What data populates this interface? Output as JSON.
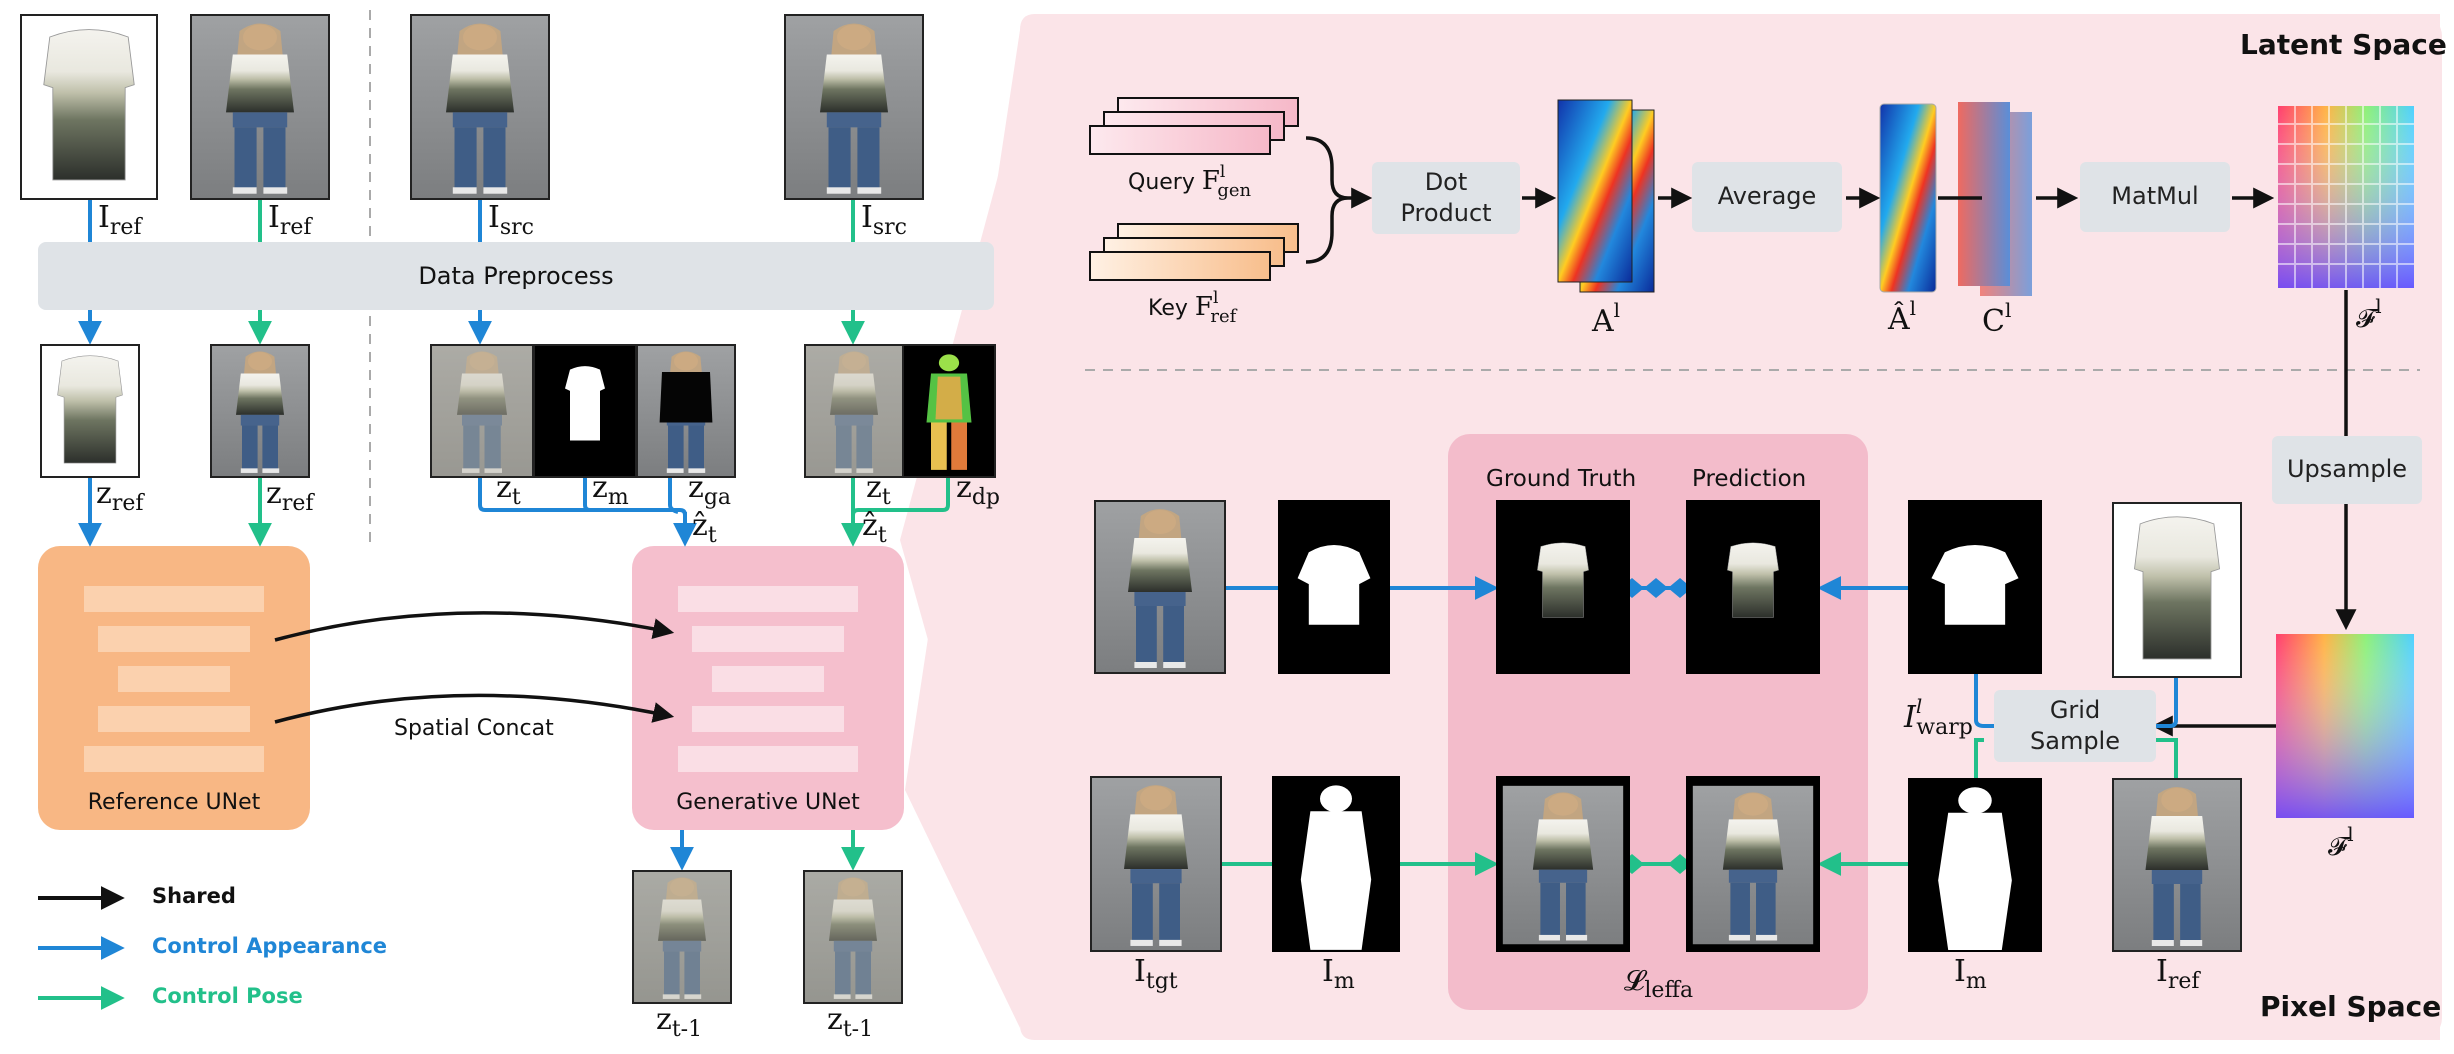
{
  "colors": {
    "appearance": "#1f86d6",
    "pose": "#22c08a",
    "shared": "#111111",
    "ref_unet": "#f8b784",
    "gen_unet": "#f5bfcd",
    "latent_panel": "#fbe4e8",
    "loss_panel": "#f3bccb",
    "op_box": "#dfe3e7"
  },
  "inputs": {
    "i_ref_1": "I",
    "i_ref_1_sub": "ref",
    "i_ref_2": "I",
    "i_ref_2_sub": "ref",
    "i_src_1": "I",
    "i_src_1_sub": "src",
    "i_src_2": "I",
    "i_src_2_sub": "src"
  },
  "preprocess": {
    "label": "Data Preprocess"
  },
  "latents": {
    "z_ref_1": "z",
    "z_ref_1_sub": "ref",
    "z_ref_2": "z",
    "z_ref_2_sub": "ref",
    "z_t_1": "z",
    "z_t_1_sub": "t",
    "z_m": "z",
    "z_m_sub": "m",
    "z_ga": "z",
    "z_ga_sub": "ga",
    "zhat_t_1": "ẑ",
    "zhat_t_1_sub": "t",
    "z_t_2": "z",
    "z_t_2_sub": "t",
    "z_dp": "z",
    "z_dp_sub": "dp",
    "zhat_t_2": "ẑ",
    "zhat_t_2_sub": "t"
  },
  "unets": {
    "reference": "Reference UNet",
    "generative": "Generative UNet",
    "concat": "Spatial Concat"
  },
  "outputs": {
    "z_1": "z",
    "z_1_sub": "t-1",
    "z_2": "z",
    "z_2_sub": "t-1"
  },
  "legend": [
    {
      "label": "Shared",
      "color": "#111111"
    },
    {
      "label": "Control Appearance",
      "color": "#1f86d6"
    },
    {
      "label": "Control Pose",
      "color": "#22c08a"
    }
  ],
  "latent_space": {
    "title": "Latent Space",
    "query_label": "Query",
    "query_sym": "F",
    "query_sup": "l",
    "query_sub": "gen",
    "key_label": "Key",
    "key_sym": "F",
    "key_sup": "l",
    "key_sub": "ref",
    "dot_product": "Dot\nProduct",
    "average": "Average",
    "matmul": "MatMul",
    "a_sym": "A",
    "a_sup": "l",
    "ahat_sym": "Â",
    "ahat_sup": "l",
    "c_sym": "C",
    "c_sup": "l",
    "f_sym": "𝓕",
    "f_sup": "l"
  },
  "pixel_space": {
    "title": "Pixel Space",
    "upsample": "Upsample",
    "grid_sample": "Grid\nSample",
    "ground_truth": "Ground Truth",
    "prediction": "Prediction",
    "i_tgt": "I",
    "i_tgt_sub": "tgt",
    "i_m_1": "I",
    "i_m_1_sub": "m",
    "i_m_2": "I",
    "i_m_2_sub": "m",
    "i_ref": "I",
    "i_ref_sub": "ref",
    "i_warp": "I",
    "i_warp_sup": "l",
    "i_warp_sub": "warp",
    "loss": "𝓛",
    "loss_sub": "leffa",
    "f_sym": "𝓕",
    "f_sup": "l"
  }
}
